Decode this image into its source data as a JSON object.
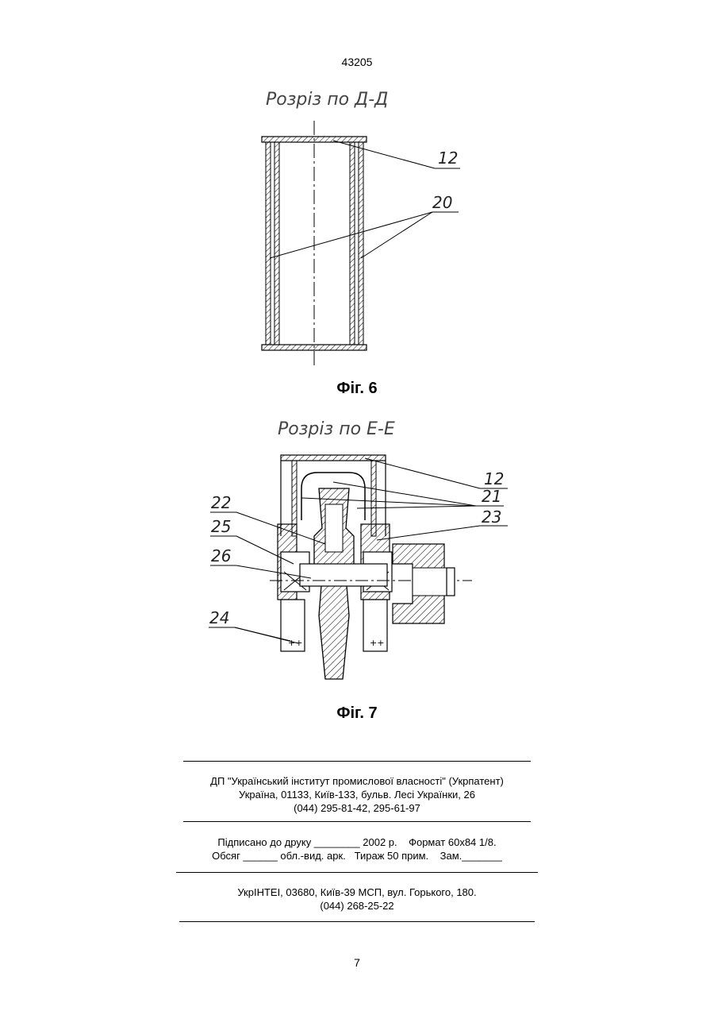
{
  "page": {
    "top_number": "43205",
    "bottom_number": "7"
  },
  "fig6": {
    "section_title": "Розріз по Д-Д",
    "caption": "Фіг. 6",
    "labels": [
      "12",
      "20"
    ]
  },
  "fig7": {
    "section_title": "Розріз по Е-Е",
    "caption": "Фіг. 7",
    "labels": [
      "12",
      "21",
      "23",
      "22",
      "25",
      "26",
      "24"
    ]
  },
  "imprint": {
    "publisher_line1": "ДП \"Український інститут промислової власності\" (Укрпатент)",
    "publisher_line2": "Україна, 01133, Київ-133, бульв. Лесі Українки, 26",
    "publisher_line3": "(044) 295-81-42, 295-61-97",
    "print_line1": "Підписано до друку ________ 2002 р.    Формат 60х84 1/8.",
    "print_line2": "Обсяг ______ обл.-вид. арк.   Тираж 50 прим.    Зам._______",
    "printer_line1": "УкрІНТЕІ, 03680, Київ-39 МСП, вул. Горького, 180.",
    "printer_line2": "(044) 268-25-22"
  }
}
